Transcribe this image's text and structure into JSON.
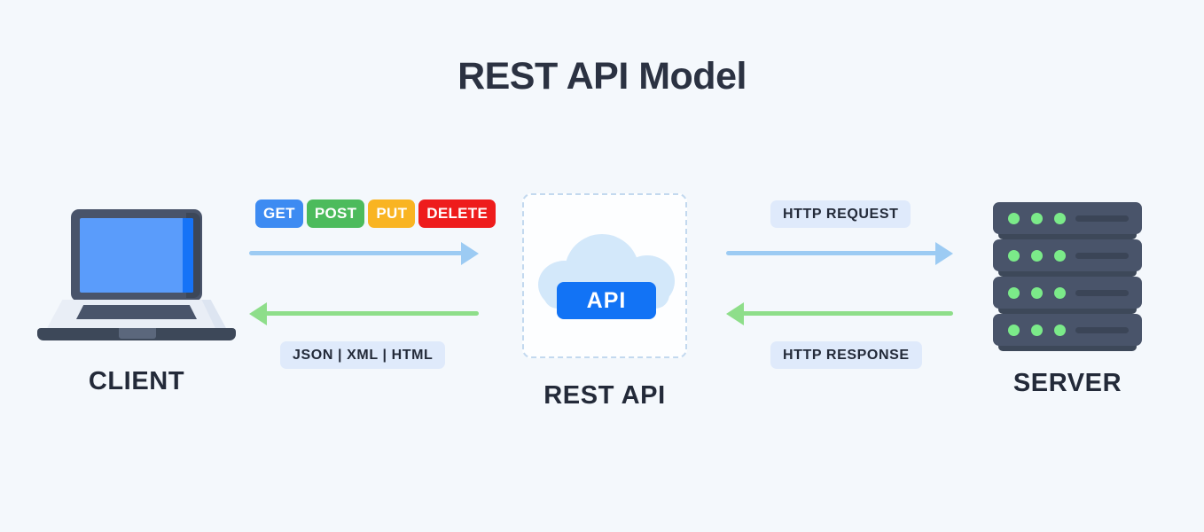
{
  "diagram": {
    "title": "REST API Model",
    "background_color": "#f4f8fc",
    "title_color": "#2b3242",
    "nodes": [
      {
        "id": "client",
        "label": "CLIENT",
        "icon": "laptop-icon"
      },
      {
        "id": "rest-api",
        "label": "REST API",
        "icon": "cloud-icon",
        "badge": "API"
      },
      {
        "id": "server",
        "label": "SERVER",
        "icon": "server-rack-icon"
      }
    ],
    "http_methods": [
      {
        "name": "GET",
        "color": "#3d8bf2"
      },
      {
        "name": "POST",
        "color": "#4cbb5c"
      },
      {
        "name": "PUT",
        "color": "#f9b422"
      },
      {
        "name": "DELETE",
        "color": "#ee1c1c"
      }
    ],
    "response_formats": "JSON  |  XML  |  HTML",
    "edges": [
      {
        "id": "client-request",
        "direction": "right",
        "color": "#9ccbf3",
        "label": ""
      },
      {
        "id": "client-response",
        "direction": "left",
        "color": "#8ede8a",
        "label": ""
      },
      {
        "id": "server-request",
        "direction": "right",
        "color": "#9ccbf3",
        "label": "HTTP REQUEST"
      },
      {
        "id": "server-response",
        "direction": "left",
        "color": "#8ede8a",
        "label": "HTTP RESPONSE"
      }
    ],
    "http_request_label": "HTTP REQUEST",
    "http_response_label": "HTTP RESPONSE"
  }
}
